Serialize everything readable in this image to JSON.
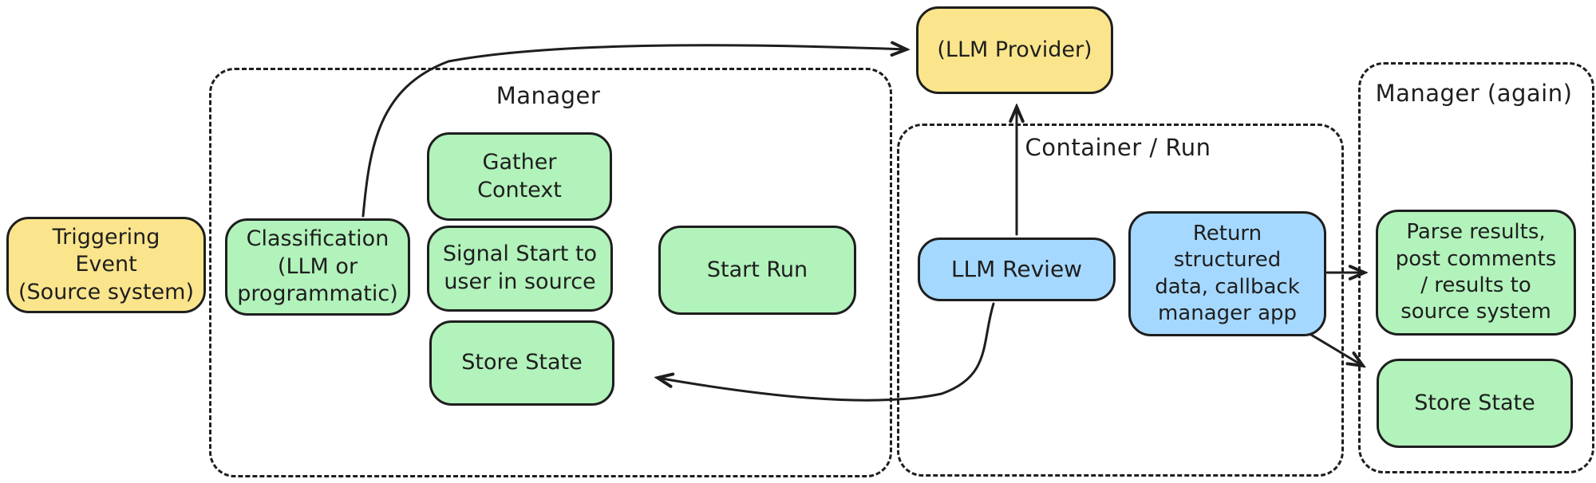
{
  "colors": {
    "ink": "#1e1e1e",
    "yellow": "#fbe58c",
    "green": "#b2f2bb",
    "blue": "#a5d8ff",
    "bg": "#ffffff"
  },
  "containers": {
    "manager": {
      "label": "Manager"
    },
    "container_run": {
      "label": "Container / Run"
    },
    "manager_again": {
      "label": "Manager (again)"
    }
  },
  "nodes": {
    "triggering_event": {
      "label": "Triggering\nEvent\n(Source system)",
      "fill": "#fbe58c"
    },
    "classification": {
      "label": "Classification\n(LLM or\nprogrammatic)",
      "fill": "#b2f2bb"
    },
    "gather_context": {
      "label": "Gather\nContext",
      "fill": "#b2f2bb"
    },
    "signal_start": {
      "label": "Signal Start to\nuser in source",
      "fill": "#b2f2bb"
    },
    "store_state_manager": {
      "label": "Store State",
      "fill": "#b2f2bb"
    },
    "start_run": {
      "label": "Start Run",
      "fill": "#b2f2bb"
    },
    "llm_provider": {
      "label": "(LLM Provider)",
      "fill": "#fbe58c"
    },
    "llm_review": {
      "label": "LLM Review",
      "fill": "#a5d8ff"
    },
    "return_structured": {
      "label": "Return\nstructured\ndata, callback\nmanager app",
      "fill": "#a5d8ff"
    },
    "parse_results": {
      "label": "Parse results,\npost comments\n/ results to\nsource system",
      "fill": "#b2f2bb"
    },
    "store_state_again": {
      "label": "Store State",
      "fill": "#b2f2bb"
    }
  },
  "edges": [
    {
      "from": "classification",
      "to": "llm_provider"
    },
    {
      "from": "llm_review",
      "to": "llm_provider"
    },
    {
      "from": "llm_review",
      "to": "store_state_manager"
    },
    {
      "from": "return_structured",
      "to": "parse_results"
    },
    {
      "from": "return_structured",
      "to": "store_state_again"
    }
  ]
}
